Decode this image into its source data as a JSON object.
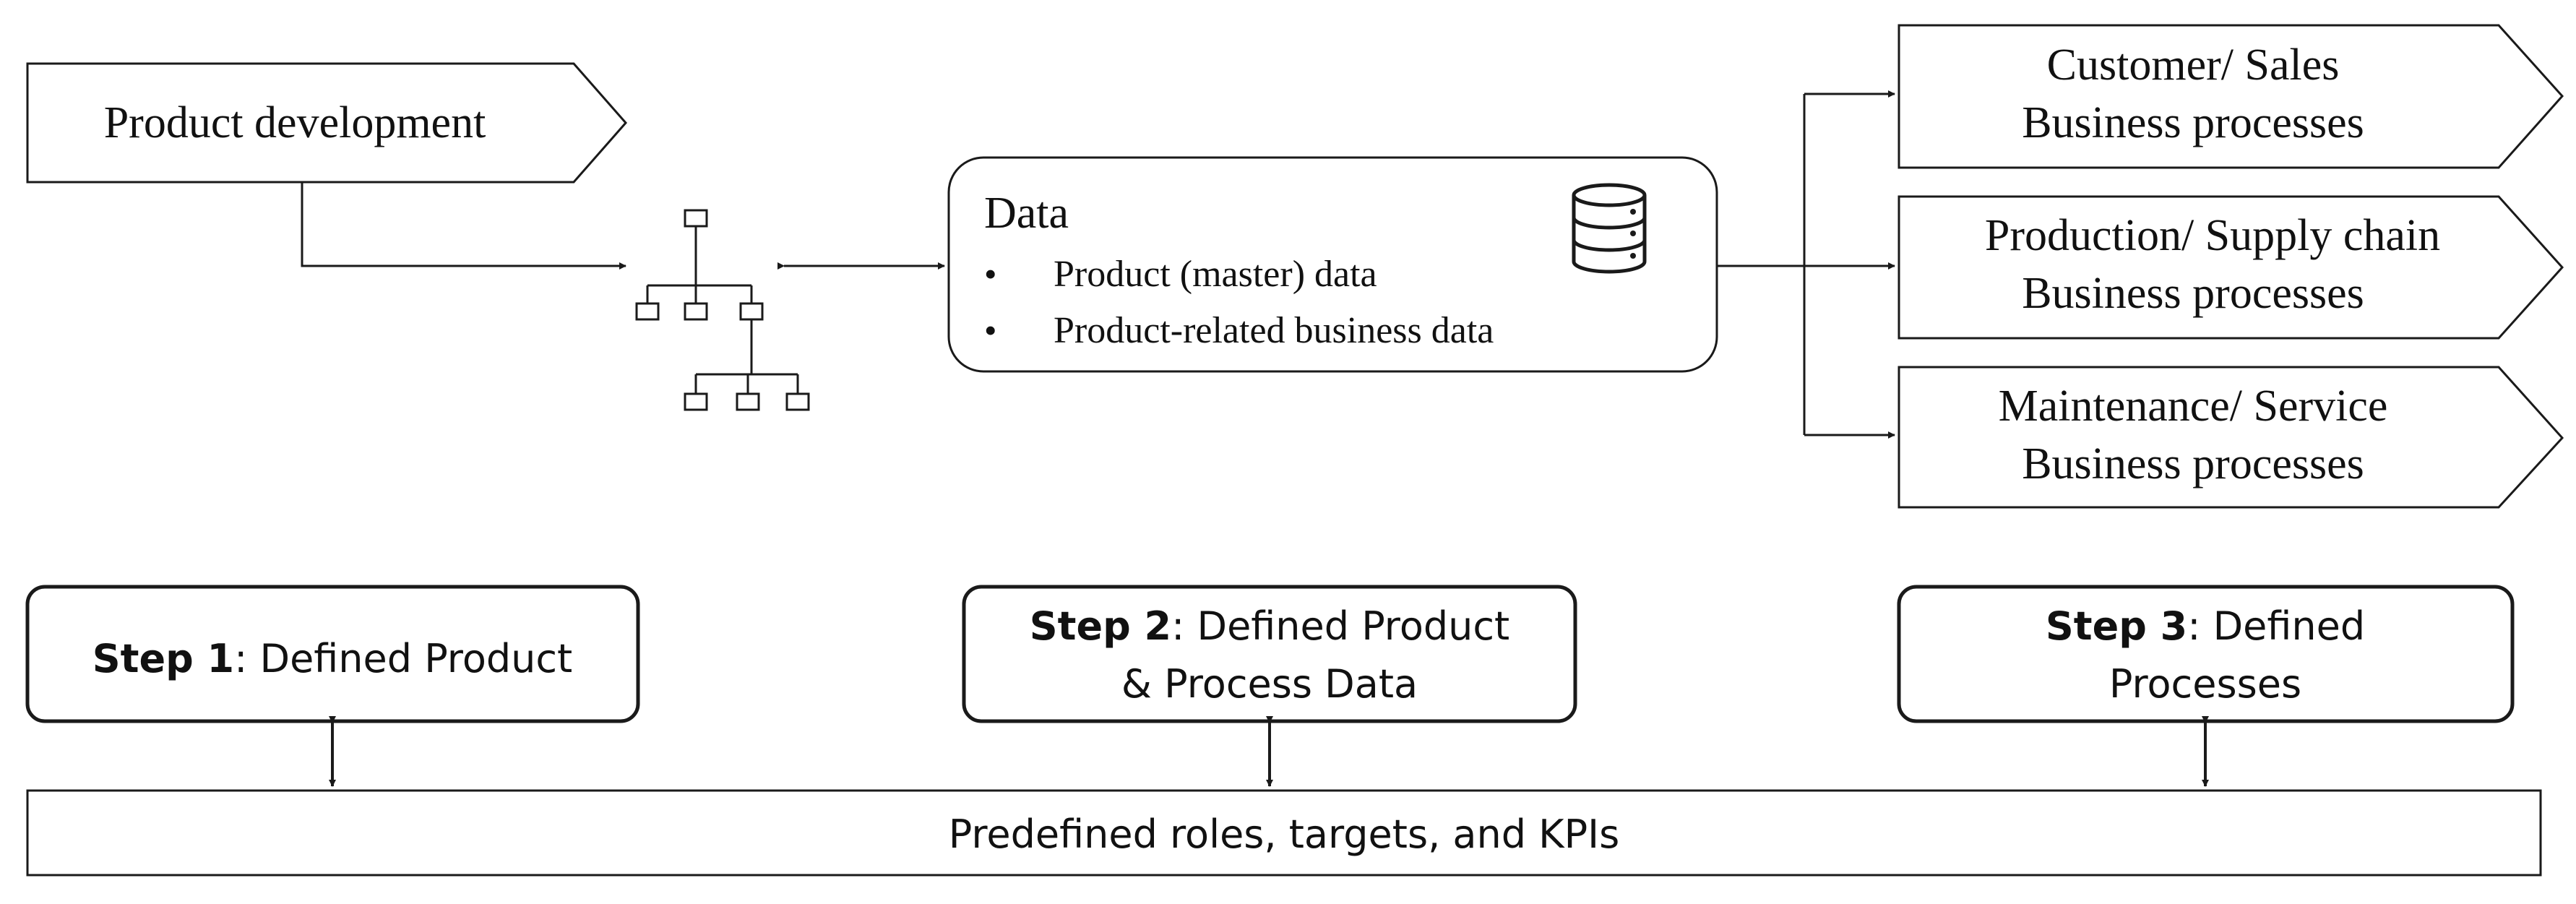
{
  "product_development": {
    "label": "Product development"
  },
  "data_box": {
    "title": "Data",
    "bullets": [
      "Product (master) data",
      "Product-related business data"
    ],
    "bullet_char": "•",
    "icon": "database-icon"
  },
  "hierarchy": {
    "icon": "org-chart-icon"
  },
  "processes": [
    {
      "line1": "Customer/ Sales",
      "line2": "Business processes"
    },
    {
      "line1": "Production/ Supply chain",
      "line2": "Business processes"
    },
    {
      "line1": "Maintenance/ Service",
      "line2": "Business processes"
    }
  ],
  "steps": [
    {
      "bold": "Step 1",
      "rest_line1": ": Defined Product",
      "line2": ""
    },
    {
      "bold": "Step 2",
      "rest_line1": ": Defined Product",
      "line2": "& Process Data"
    },
    {
      "bold": "Step 3",
      "rest_line1": ": Defined",
      "line2": "Processes"
    }
  ],
  "foundation": {
    "label": "Predefined roles, targets, and KPIs"
  },
  "colors": {
    "stroke": "#1a1a1a",
    "text": "#111111",
    "background": "#ffffff"
  }
}
